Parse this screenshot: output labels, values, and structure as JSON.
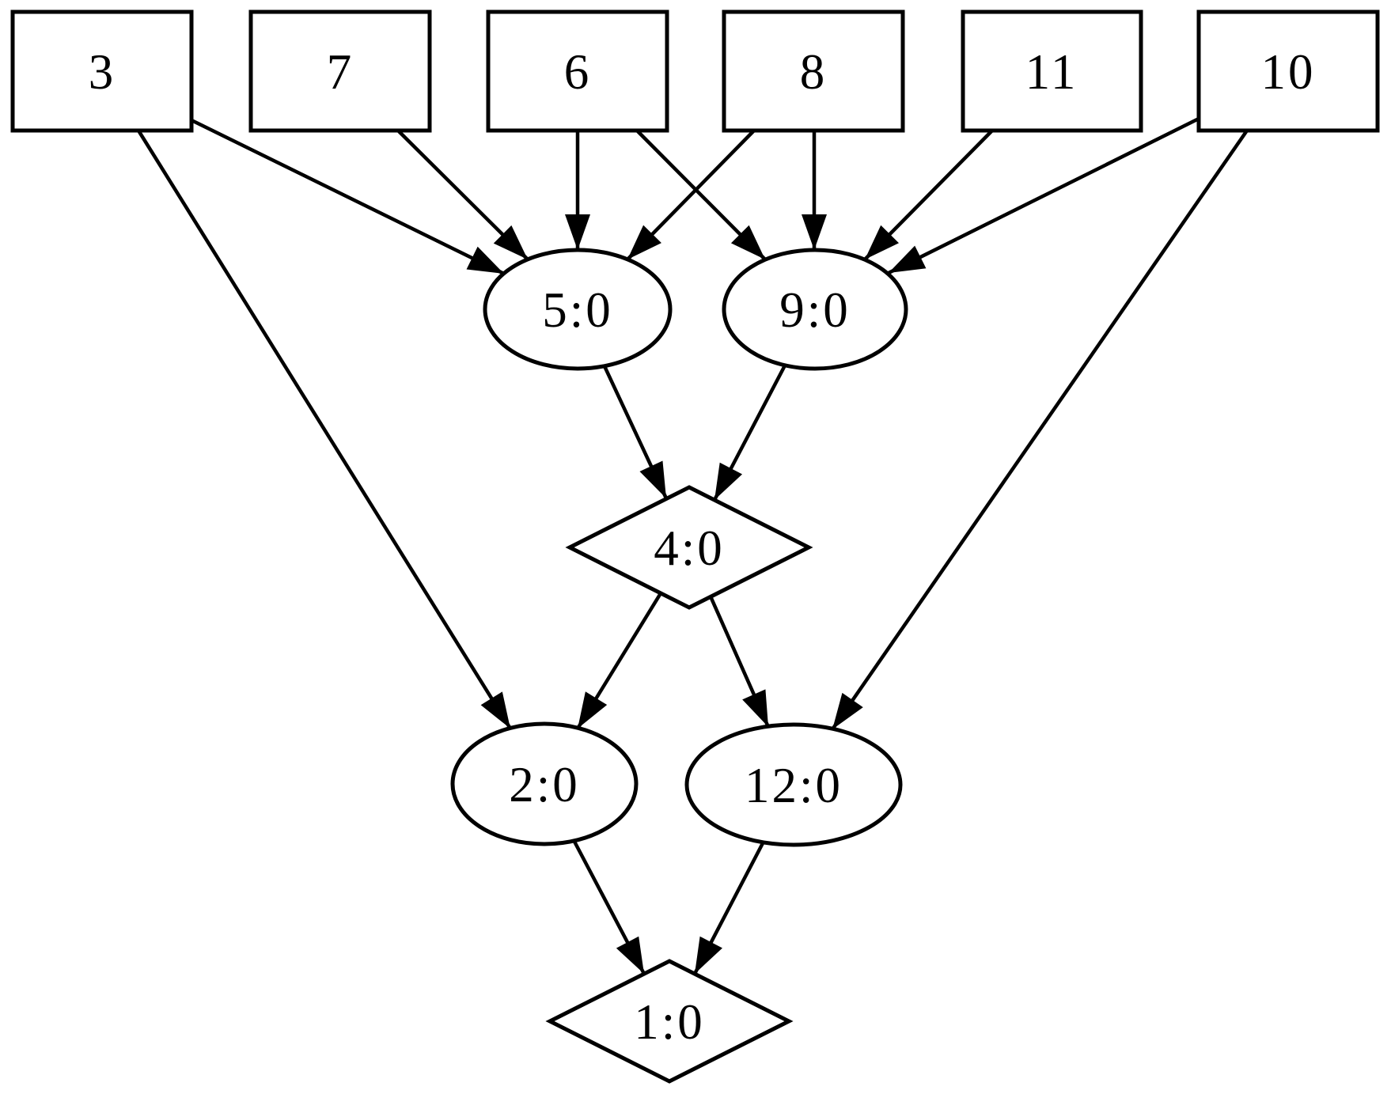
{
  "diagram": {
    "kind": "directed-graph",
    "colors": {
      "background": "#ffffff",
      "node_fill": "#ffffff",
      "stroke": "#000000",
      "text": "#000000"
    },
    "nodes": {
      "box3": {
        "label": "3",
        "shape": "box"
      },
      "box7": {
        "label": "7",
        "shape": "box"
      },
      "box6": {
        "label": "6",
        "shape": "box"
      },
      "box8": {
        "label": "8",
        "shape": "box"
      },
      "box11": {
        "label": "11",
        "shape": "box"
      },
      "box10": {
        "label": "10",
        "shape": "box"
      },
      "ell5": {
        "label": "5:0",
        "shape": "ellipse"
      },
      "ell9": {
        "label": "9:0",
        "shape": "ellipse"
      },
      "dia4": {
        "label": "4:0",
        "shape": "diamond"
      },
      "ell2": {
        "label": "2:0",
        "shape": "ellipse"
      },
      "ell12": {
        "label": "12:0",
        "shape": "ellipse"
      },
      "dia1": {
        "label": "1:0",
        "shape": "diamond"
      }
    },
    "edges": [
      {
        "from": "3",
        "to": "5:0"
      },
      {
        "from": "3",
        "to": "2:0"
      },
      {
        "from": "7",
        "to": "5:0"
      },
      {
        "from": "6",
        "to": "5:0"
      },
      {
        "from": "6",
        "to": "9:0"
      },
      {
        "from": "8",
        "to": "5:0"
      },
      {
        "from": "8",
        "to": "9:0"
      },
      {
        "from": "11",
        "to": "9:0"
      },
      {
        "from": "10",
        "to": "9:0"
      },
      {
        "from": "10",
        "to": "12:0"
      },
      {
        "from": "5:0",
        "to": "4:0"
      },
      {
        "from": "9:0",
        "to": "4:0"
      },
      {
        "from": "4:0",
        "to": "2:0"
      },
      {
        "from": "4:0",
        "to": "12:0"
      },
      {
        "from": "2:0",
        "to": "1:0"
      },
      {
        "from": "12:0",
        "to": "1:0"
      }
    ]
  }
}
